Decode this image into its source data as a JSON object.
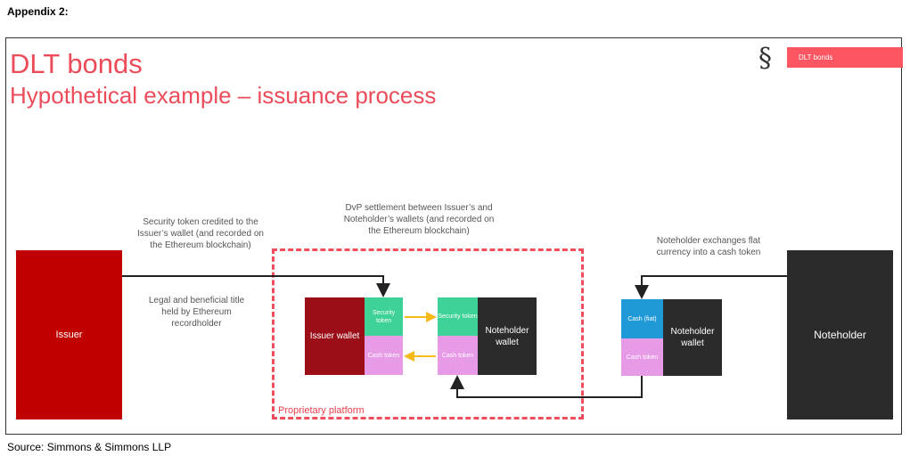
{
  "heading": "Appendix 2:",
  "title_main": "DLT bonds",
  "title_sub": "Hypothetical example – issuance process",
  "logo_glyph": "§",
  "tag": "DLT bonds",
  "notes": {
    "security_credited": "Security token credited to the Issuer’s wallet (and recorded on the Ethereum blockchain)",
    "legal_title": "Legal and beneficial title held by Ethereum recordholder",
    "dvp": "DvP settlement between Issuer’s and Noteholder’s wallets (and recorded on the Ethereum blockchain)",
    "exchange": "Noteholder exchanges flat currency into a cash token"
  },
  "nodes": {
    "issuer": "Issuer",
    "noteholder": "Noteholder",
    "issuer_wallet": "Issuer  wallet",
    "security_token_1": "Security token",
    "cash_token_1": "Cash token",
    "security_token_2": "Security token",
    "cash_token_2": "Cash token",
    "noteholder_wallet": "Noteholder wallet",
    "cash_fiat": "Cash    (fiat)",
    "cash_token_3": "Cash token",
    "noteholder_wallet_2": "Noteholder wallet"
  },
  "platform_label": "Proprietary platform",
  "source": "Source: Simmons & Simmons LLP",
  "colors": {
    "accent": "#ec4c5a",
    "issuer": "#c00000",
    "issuer_wallet": "#9b0e17",
    "security_token": "#3ed198",
    "cash_token": "#e79ae6",
    "fiat": "#1f9ad6",
    "dark": "#2b2b2b",
    "arrow_yellow": "#f6b91a"
  }
}
